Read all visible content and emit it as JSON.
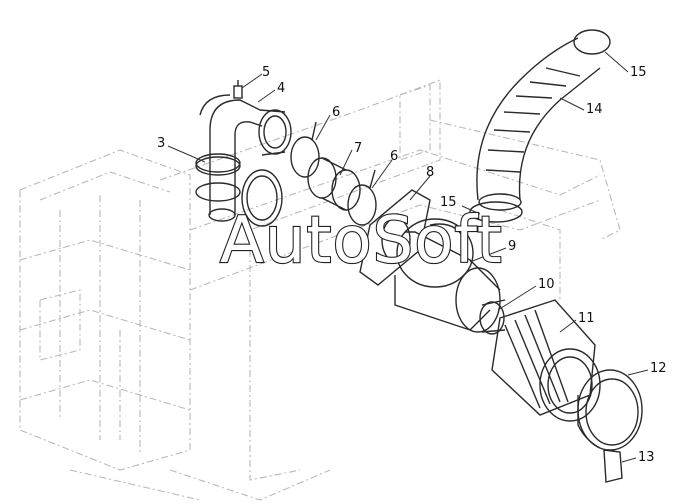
{
  "watermark": {
    "text": "AutoSoft"
  },
  "callouts": [
    {
      "id": "c3",
      "label": "3"
    },
    {
      "id": "c4",
      "label": "4"
    },
    {
      "id": "c5",
      "label": "5"
    },
    {
      "id": "c6a",
      "label": "6"
    },
    {
      "id": "c6b",
      "label": "6"
    },
    {
      "id": "c7",
      "label": "7"
    },
    {
      "id": "c8",
      "label": "8"
    },
    {
      "id": "c9",
      "label": "9"
    },
    {
      "id": "c10",
      "label": "10"
    },
    {
      "id": "c11",
      "label": "11"
    },
    {
      "id": "c12",
      "label": "12"
    },
    {
      "id": "c13",
      "label": "13"
    },
    {
      "id": "c14",
      "label": "14"
    },
    {
      "id": "c15a",
      "label": "15"
    },
    {
      "id": "c15b",
      "label": "15"
    }
  ]
}
